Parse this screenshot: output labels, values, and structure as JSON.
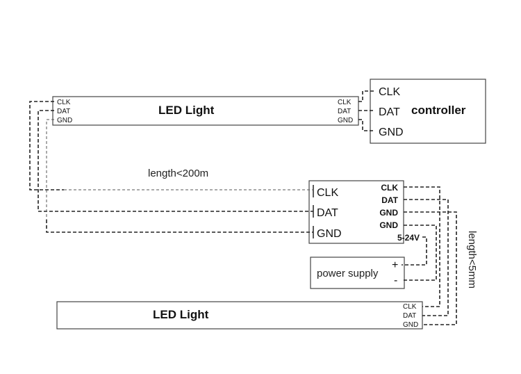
{
  "top_light": {
    "title": "LED Light",
    "left_pins": [
      "CLK",
      "DAT",
      "GND"
    ],
    "right_pins": [
      "CLK",
      "DAT",
      "GND"
    ]
  },
  "controller": {
    "title": "controller",
    "pins": [
      "CLK",
      "DAT",
      "GND"
    ]
  },
  "amplifier": {
    "input_pins": [
      "CLK",
      "DAT",
      "GND"
    ],
    "output_pins": [
      "CLK",
      "DAT",
      "GND",
      "GND",
      "5-24V"
    ]
  },
  "power_supply": {
    "label": "power supply",
    "plus": "+",
    "minus": "-"
  },
  "bottom_light": {
    "title": "LED Light",
    "pins": [
      "CLK",
      "DAT",
      "GND"
    ]
  },
  "notes": {
    "long_run": "length<200m",
    "short_run": "length<5mm"
  }
}
